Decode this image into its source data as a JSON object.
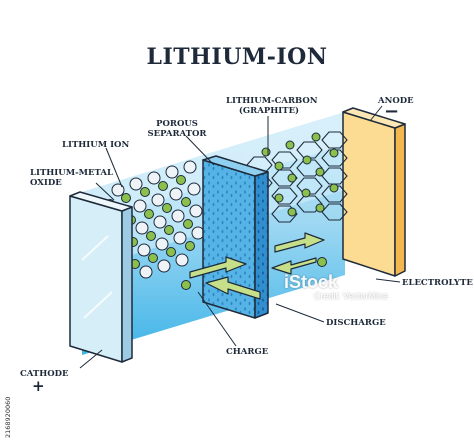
{
  "title": "LITHIUM-ION",
  "labels": {
    "lithium_ion": "LITHIUM ION",
    "lithium_metal_oxide_line1": "LITHIUM-METAL",
    "lithium_metal_oxide_line2": "OXIDE",
    "porous_separator_line1": "POROUS",
    "porous_separator_line2": "SEPARATOR",
    "lithium_carbon_line1": "LITHIUM-CARBON",
    "lithium_carbon_line2": "(GRAPHITE)",
    "anode": "ANODE",
    "electrolyte": "ELECTROLYTE",
    "discharge": "DISCHARGE",
    "charge": "CHARGE",
    "cathode": "CATHODE"
  },
  "signs": {
    "anode": "−",
    "cathode": "+"
  },
  "watermark": {
    "brand": "iStock",
    "credit": "Credit: VectorMine"
  },
  "stock_id": "2168920060",
  "colors": {
    "electrolyte": "#5cc3ec",
    "separator": "#58b5e6",
    "anode": "#fbd98a",
    "cathode": "#d6eef8",
    "lithium_ion": "#8cc04c",
    "metal_oxide": "#e8eef3",
    "graphite": "#ffffff",
    "arrow": "#c6e08a",
    "outline": "#1e2a3a"
  }
}
